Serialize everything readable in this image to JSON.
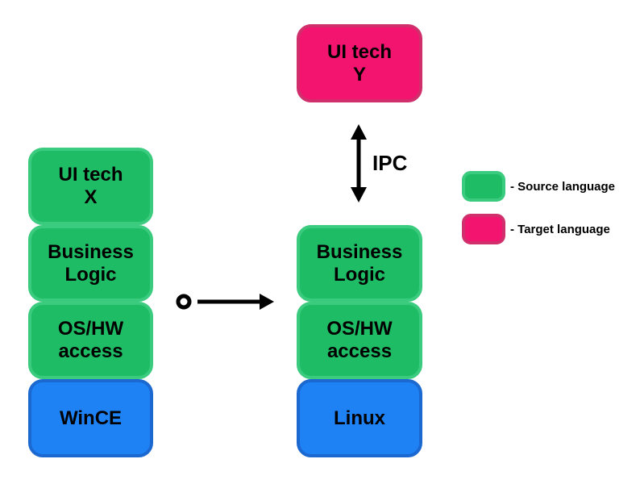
{
  "colors": {
    "source_fill": "#1fbc66",
    "source_stroke": "#3bcb7e",
    "target_fill": "#f2146e",
    "target_stroke": "#d12e6c",
    "platform_fill": "#1e82f5",
    "platform_stroke": "#1a68d0",
    "arrow": "#000000"
  },
  "top_box": {
    "lines": [
      "UI tech",
      "Y"
    ]
  },
  "left_stack": [
    {
      "lines": [
        "UI tech",
        "X"
      ]
    },
    {
      "lines": [
        "Business",
        "Logic"
      ]
    },
    {
      "lines": [
        "OS/HW",
        "access"
      ]
    },
    {
      "lines": [
        "WinCE"
      ]
    }
  ],
  "right_stack": [
    {
      "lines": [
        "Business",
        "Logic"
      ]
    },
    {
      "lines": [
        "OS/HW",
        "access"
      ]
    },
    {
      "lines": [
        "Linux"
      ]
    }
  ],
  "ipc_label": "IPC",
  "legend": [
    {
      "label": "- Source language"
    },
    {
      "label": "- Target language"
    }
  ]
}
